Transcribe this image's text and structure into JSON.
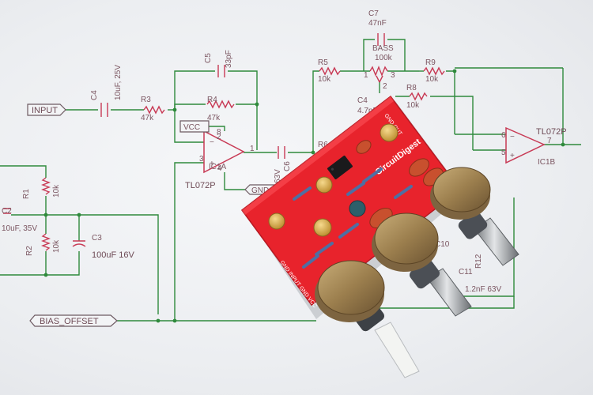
{
  "schematic": {
    "input_label": "INPUT",
    "bias_label": "BIAS_OFFSET",
    "vcc_label": "VCC",
    "gnd_label": "GND",
    "c4": {
      "name": "C4",
      "value": "10uF, 25V"
    },
    "r3": {
      "name": "R3",
      "value": "47k"
    },
    "r4": {
      "name": "R4",
      "value": "47k"
    },
    "c5": {
      "name": "C5",
      "value": "33pF"
    },
    "ic1a": {
      "name": "IC1A",
      "part": "TL072P"
    },
    "c6": {
      "name": "C6",
      "value": "63V"
    },
    "r6": {
      "name": "R6"
    },
    "c7": {
      "name": "C7",
      "value": "47nF"
    },
    "bass": {
      "name": "BASS",
      "value": "100k"
    },
    "r5": {
      "name": "R5",
      "value": "10k"
    },
    "r9": {
      "name": "R9",
      "value": "10k"
    },
    "r8": {
      "name": "R8",
      "value": "10k"
    },
    "c4b": {
      "name": "C4",
      "value": "4.7nF"
    },
    "ic1b": {
      "name": "IC1B",
      "part": "TL072P"
    },
    "r1": {
      "name": "R1",
      "value": "10k"
    },
    "r2": {
      "name": "R2",
      "value": "10k"
    },
    "c2": {
      "name": "C2",
      "value": "10uF, 35V"
    },
    "c3": {
      "name": "C3",
      "value": "100uF 16V"
    },
    "c10": {
      "name": "C10"
    },
    "c11": {
      "name": "C11",
      "value": "1.2nF 63V"
    },
    "r12": {
      "name": "R12"
    },
    "pin1": "1",
    "pin2": "2",
    "pin3": "3",
    "pin4": "4",
    "pin5": "5",
    "pin6": "6",
    "pin7": "7",
    "pin8": "8"
  },
  "board": {
    "brand": "CircuitDigest",
    "silk_out": "GND OUT",
    "silk_in": "GND INPUT GND VCC"
  },
  "colors": {
    "paper": "#eef0f3",
    "trace": "#2f8a3c",
    "label": "#7a5560",
    "pcb": "#e8232c",
    "pot_metal": "#9c7f4e"
  }
}
